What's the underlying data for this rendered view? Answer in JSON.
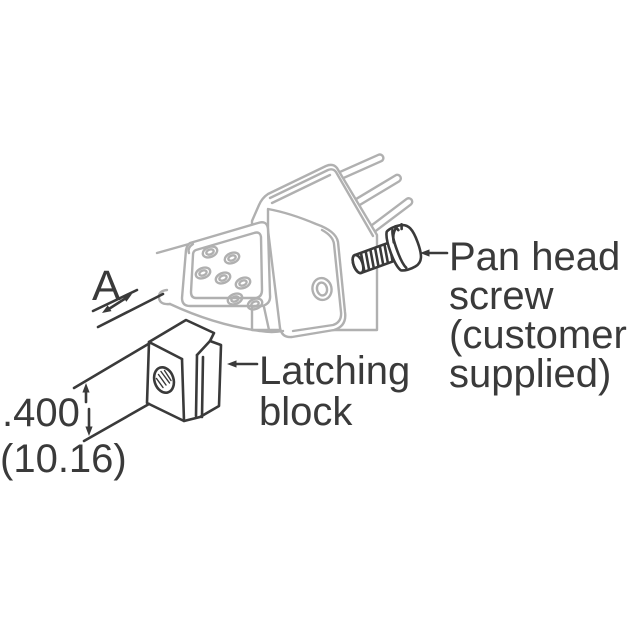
{
  "colors": {
    "ink": "#3a3a3a",
    "gray": "#b0b0b0",
    "paper": "#ffffff"
  },
  "labels": {
    "dim_a": "A",
    "height_inches": ".400",
    "height_mm": "(10.16)",
    "latching_block_line1": "Latching",
    "latching_block_line2": "block",
    "screw_line1": "Pan head",
    "screw_line2": "screw",
    "screw_line3": "(customer",
    "screw_line4": "supplied)"
  }
}
